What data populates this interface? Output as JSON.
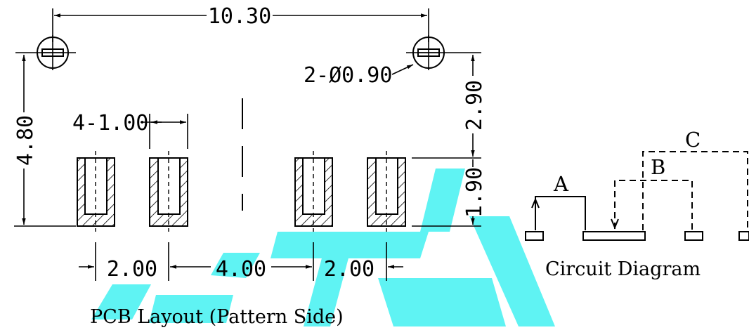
{
  "pcb": {
    "overall_width": "10.30",
    "overall_height": "4.80",
    "hole_spec": "2-Ø0.90",
    "hole_to_pad_offset": "2.90",
    "pad_height": "1.90",
    "pad_width_spec": "4-1.00",
    "pitch_left": "2.00",
    "pitch_center": "4.00",
    "pitch_right": "2.00",
    "caption": "PCB Layout (Pattern Side)"
  },
  "circuit": {
    "caption": "Circuit Diagram",
    "label_a": "A",
    "label_b": "B",
    "label_c": "C"
  },
  "colors": {
    "line": "#000000",
    "watermark": "#5ff3f3"
  }
}
